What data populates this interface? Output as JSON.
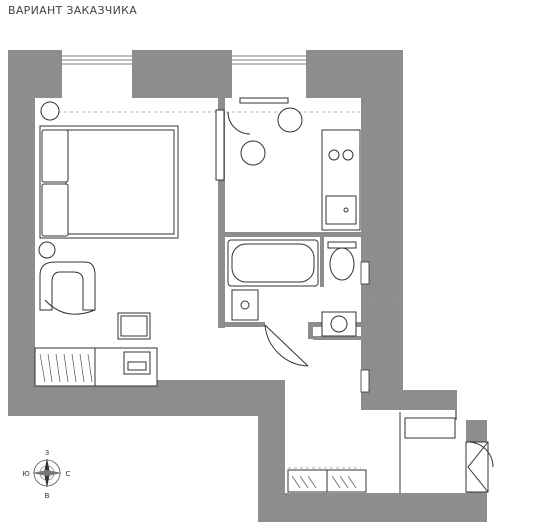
{
  "title": "ВАРИАНТ ЗАКАЗЧИКА",
  "compass": {
    "north": "З",
    "south": "В",
    "west": "Ю",
    "east": "С"
  }
}
